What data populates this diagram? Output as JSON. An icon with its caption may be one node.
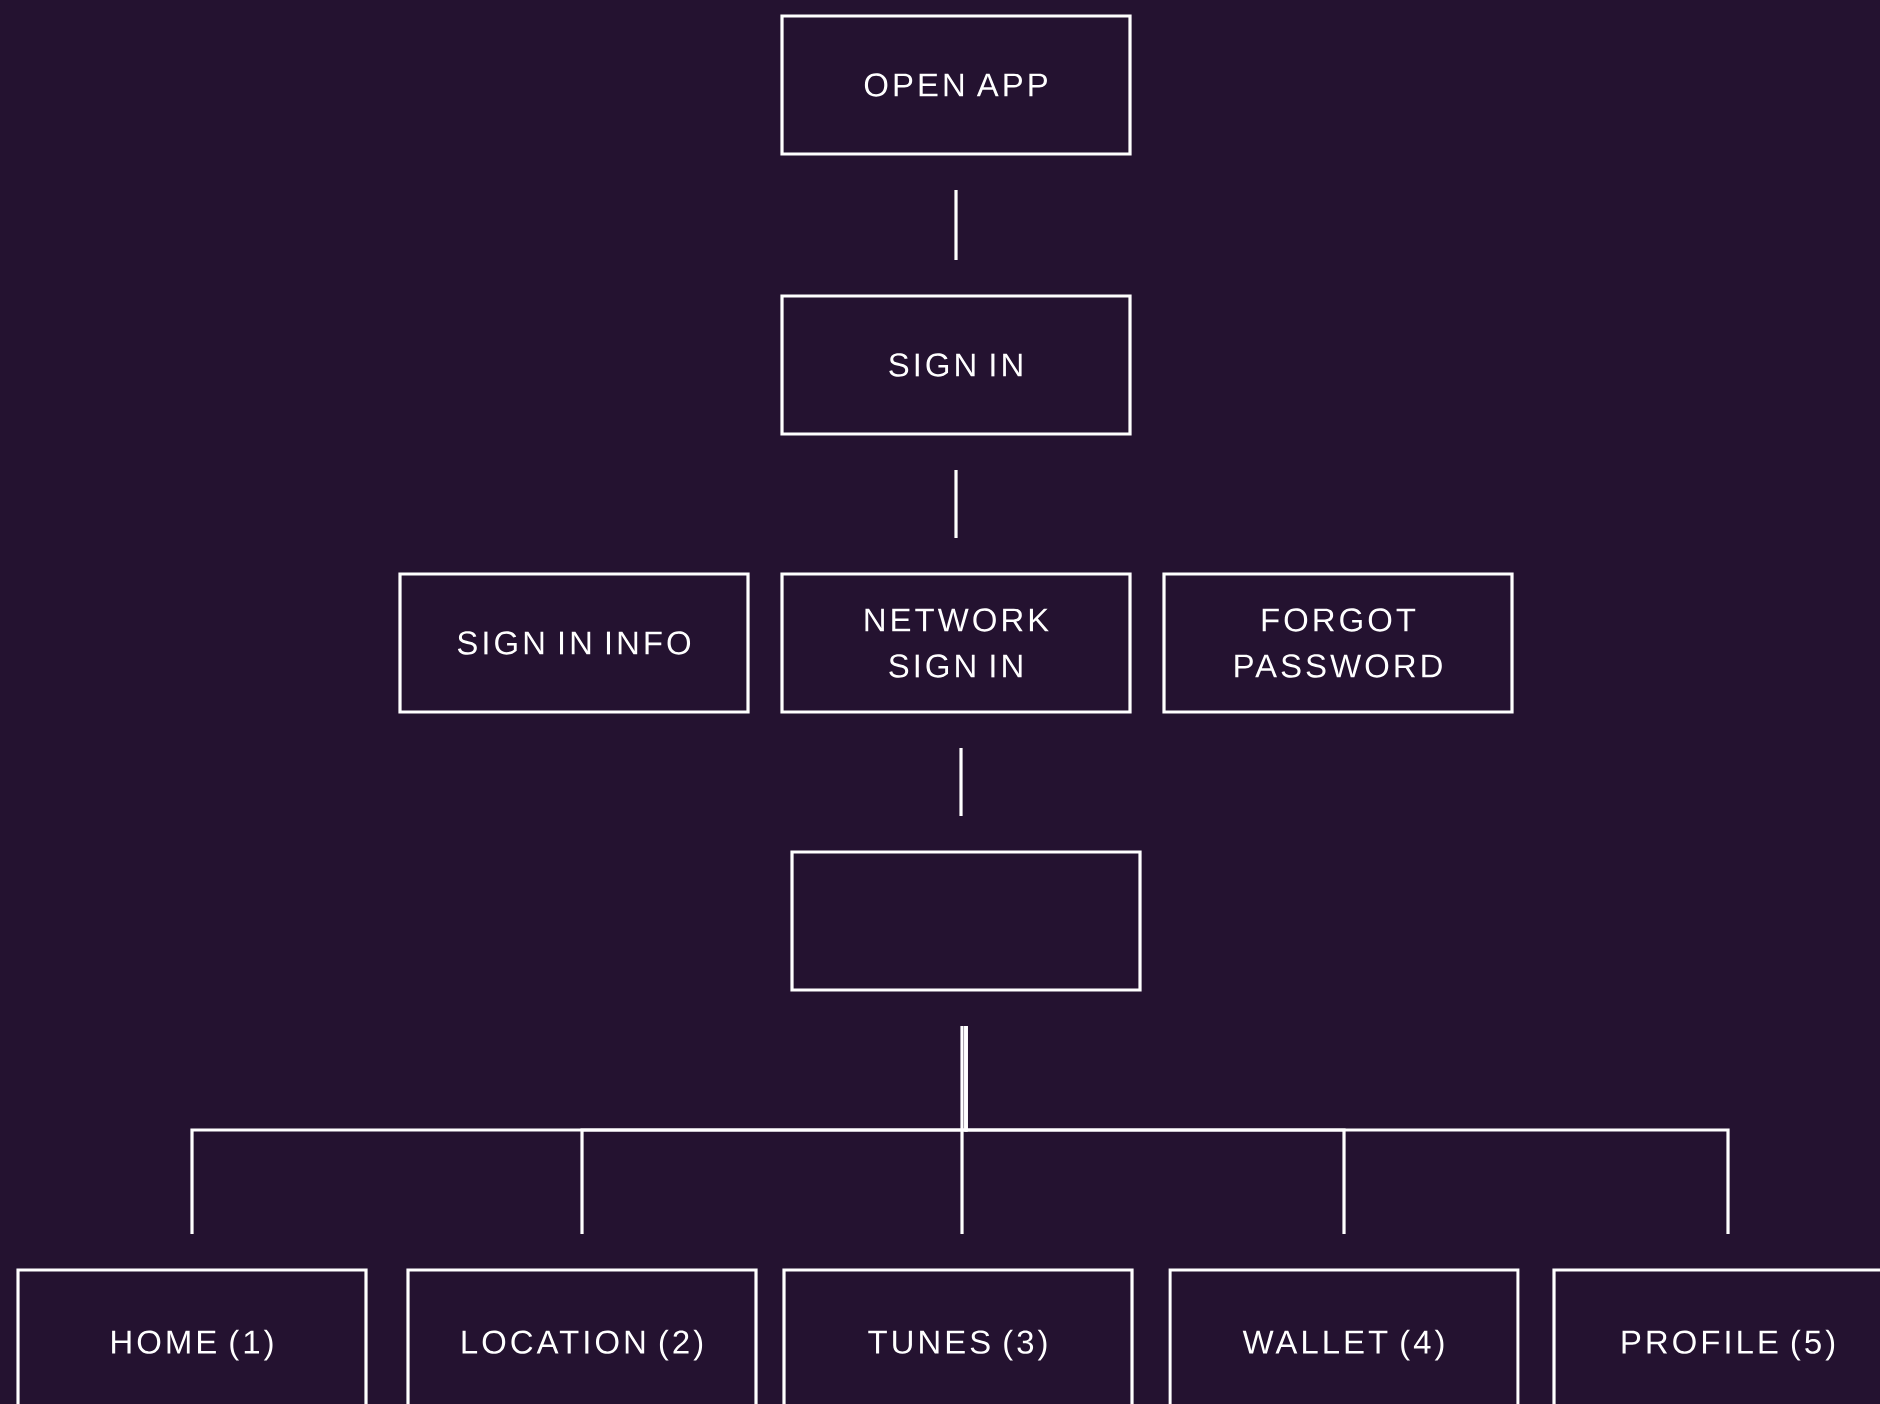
{
  "diagram": {
    "nodes": [
      {
        "text": [
          "OPEN APP"
        ]
      },
      {
        "text": [
          "SIGN IN"
        ]
      },
      {
        "text": [
          "SIGN IN INFO"
        ]
      },
      {
        "text": [
          "NETWORK SIGN IN"
        ]
      },
      {
        "text": [
          "FORGOT PASSWORD"
        ]
      },
      {
        "text": [],
        "shape": "box"
      },
      {
        "text": [
          "HOME (1)"
        ]
      },
      {
        "text": [
          "LOCATION (2)"
        ]
      },
      {
        "text": [
          "TUNES (3)"
        ]
      },
      {
        "text": [
          "WALLET (4)"
        ]
      },
      {
        "text": [
          "PROFILE (5)"
        ]
      }
    ],
    "edges": [
      {
        "from": 0,
        "to": 1,
        "arrow": "none"
      },
      {
        "from": 1,
        "to": 3,
        "arrow": "none"
      },
      {
        "from": 3,
        "to": 5,
        "arrow": "none"
      },
      {
        "from": 5,
        "to": 6,
        "arrow": "none"
      },
      {
        "from": 5,
        "to": 7,
        "arrow": "none"
      },
      {
        "from": 5,
        "to": 8,
        "arrow": "none"
      },
      {
        "from": 5,
        "to": 9,
        "arrow": "none"
      },
      {
        "from": 5,
        "to": 10,
        "arrow": "none"
      }
    ]
  }
}
